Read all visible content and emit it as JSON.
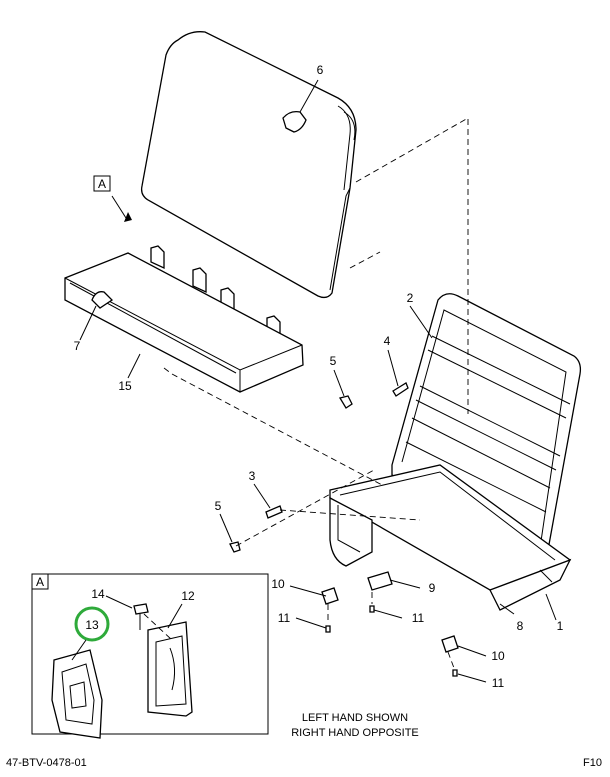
{
  "view_label": "A",
  "detail_label": "A",
  "callouts": {
    "c6": "6",
    "c2": "2",
    "c4": "4",
    "c5a": "5",
    "c7": "7",
    "c15": "15",
    "c3": "3",
    "c5b": "5",
    "c10a": "10",
    "c9": "9",
    "c11a": "11",
    "c11b": "11",
    "c8": "8",
    "c1": "1",
    "c10b": "10",
    "c11c": "11",
    "c14": "14",
    "c12": "12",
    "c13": "13"
  },
  "notes": {
    "line1": "LEFT HAND SHOWN",
    "line2": "RIGHT HAND OPPOSITE"
  },
  "footer": {
    "drawing_number": "47-BTV-0478-01",
    "sheet": "F10"
  },
  "colors": {
    "highlight_circle": "#2eaa3a"
  }
}
